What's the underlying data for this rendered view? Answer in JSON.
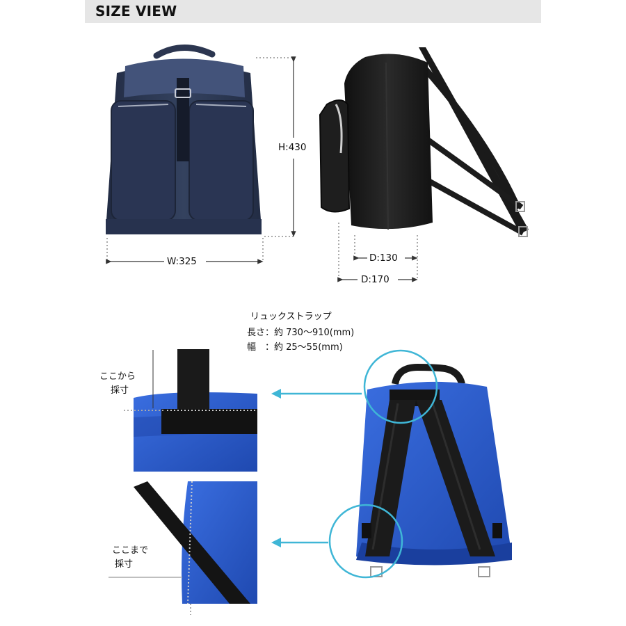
{
  "header": {
    "title": "SIZE VIEW"
  },
  "dimensions": {
    "height": "H:430",
    "width": "W:325",
    "depth_inner": "D:130",
    "depth_outer": "D:170"
  },
  "strap_info": {
    "title": "リュックストラップ",
    "length": "長さ：約 730〜910(mm)",
    "width": "幅　：約 25〜55(mm)"
  },
  "measure_notes": {
    "from": [
      "ここから",
      "採寸"
    ],
    "to": [
      "ここまで",
      "採寸"
    ]
  },
  "colors": {
    "navy": "#2c3a58",
    "black": "#1c1c1c",
    "blue": "#2a58c8",
    "cyan": "#3fb6d6"
  }
}
